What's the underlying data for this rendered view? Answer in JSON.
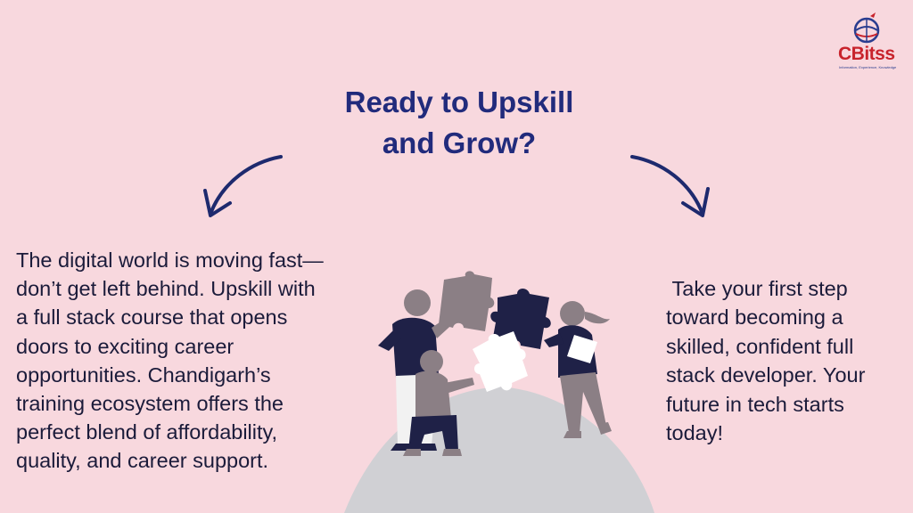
{
  "logo": {
    "name": "CBitss",
    "tagline": "Information, Experience, Knowledge"
  },
  "heading": {
    "line1": "Ready to Upskill",
    "line2": "and Grow?"
  },
  "left_paragraph": "The digital world is moving fast—don’t get left behind. Upskill with a full stack course that opens doors to exciting career opportunities. Chandigarh’s training ecosystem offers the perfect blend of affordability, quality, and career support.",
  "right_paragraph": " Take your first step toward becoming a skilled, confident full stack developer. Your future in tech starts today!",
  "colors": {
    "background": "#f8d8de",
    "heading": "#212b7c",
    "arrow": "#1e2a6e",
    "logo_red": "#c8232c",
    "logo_blue": "#2a3d8f"
  },
  "icons": [
    "left-curved-arrow-icon",
    "right-curved-arrow-icon",
    "globe-logo-icon",
    "puzzle-teamwork-illustration"
  ]
}
